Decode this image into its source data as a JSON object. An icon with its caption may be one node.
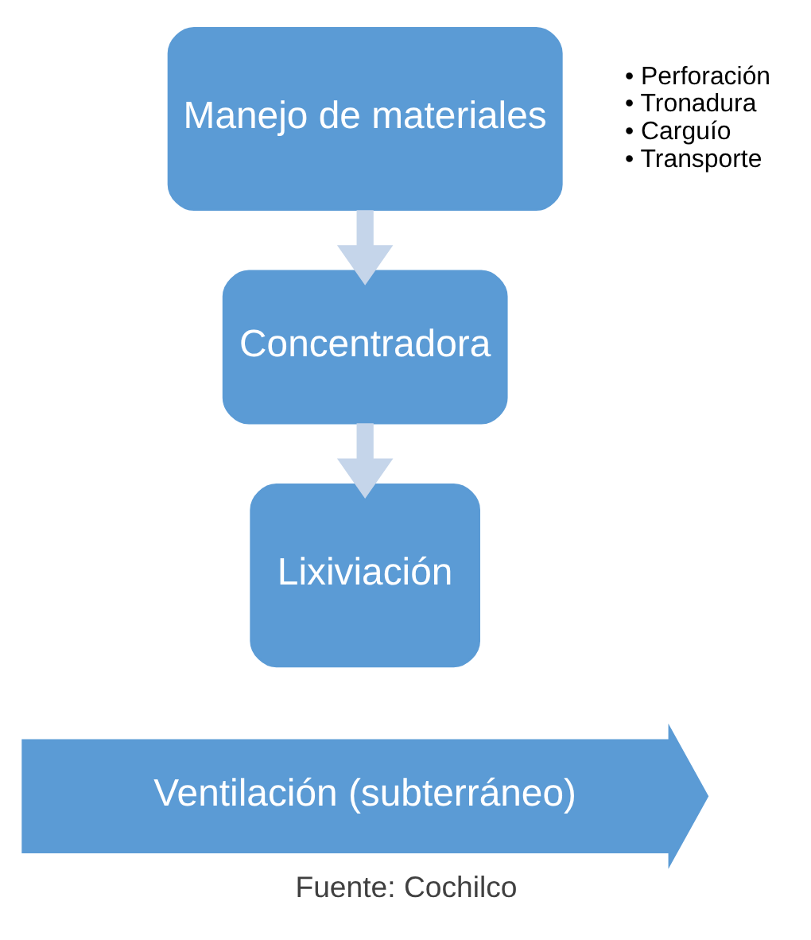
{
  "diagram": {
    "caption": "Fuente: Cochilco",
    "nodes": [
      {
        "text": [
          "Manejo de materiales"
        ],
        "beside": [
          "• Perforación",
          "• Tronadura",
          "• Carguío",
          "• Transporte"
        ]
      },
      {
        "text": [
          "Concentradora"
        ]
      },
      {
        "text": [
          "Lixiviación"
        ]
      },
      {
        "text": [
          "Ventilación (subterráneo)"
        ]
      }
    ],
    "edges": [
      {
        "from": 0,
        "to": 1,
        "arrow": "to"
      },
      {
        "from": 1,
        "to": 2,
        "arrow": "to"
      }
    ]
  }
}
